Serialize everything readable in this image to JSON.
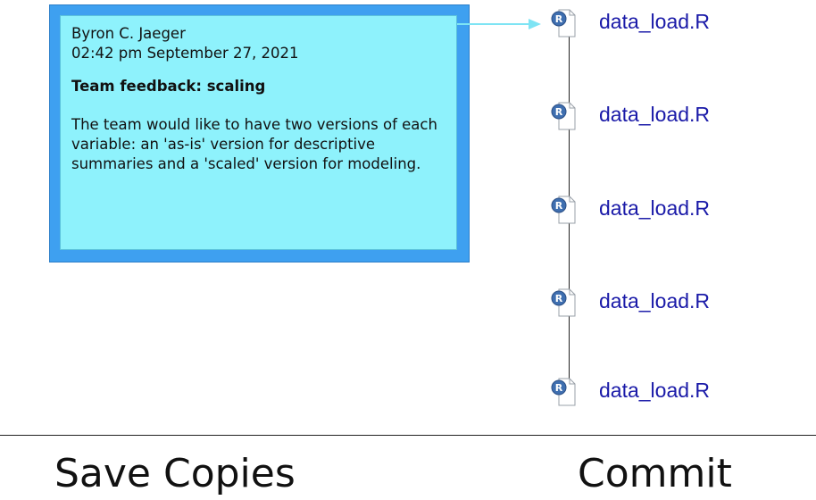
{
  "note": {
    "author": "Byron C. Jaeger",
    "timestamp": "02:42 pm September 27, 2021",
    "title": "Team feedback: scaling",
    "body": "The team would like to have two versions of each variable: an 'as-is' version for descriptive summaries and a 'scaled' version for modeling."
  },
  "files": [
    {
      "name": "data_load.R",
      "icon": "r-file-icon"
    },
    {
      "name": "data_load.R",
      "icon": "r-file-icon"
    },
    {
      "name": "data_load.R",
      "icon": "r-file-icon"
    },
    {
      "name": "data_load.R",
      "icon": "r-file-icon"
    },
    {
      "name": "data_load.R",
      "icon": "r-file-icon"
    }
  ],
  "actions": {
    "save_label": "Save Copies",
    "commit_label": "Commit"
  },
  "colors": {
    "note_border": "#3ea0f0",
    "note_fill": "#8ef2fc",
    "arrow": "#7ee4f4",
    "file_name": "#1a1aa8",
    "r_badge": "#3f6fb0"
  }
}
